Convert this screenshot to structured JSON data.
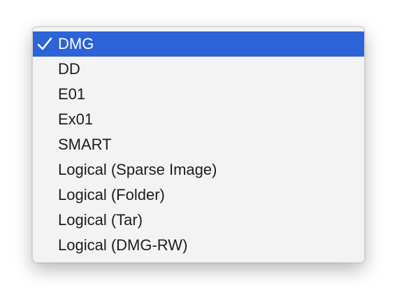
{
  "popup_menu": {
    "selected_index": 0,
    "check_icon": "checkmark-icon",
    "items": [
      {
        "label": "DMG"
      },
      {
        "label": "DD"
      },
      {
        "label": "E01"
      },
      {
        "label": "Ex01"
      },
      {
        "label": "SMART"
      },
      {
        "label": "Logical (Sparse Image)"
      },
      {
        "label": "Logical (Folder)"
      },
      {
        "label": "Logical (Tar)"
      },
      {
        "label": "Logical (DMG-RW)"
      }
    ],
    "colors": {
      "menu_background": "#f3f3f3",
      "selection": "#2c63d6",
      "text": "#1d1d1d",
      "selected_text": "#ffffff"
    }
  }
}
